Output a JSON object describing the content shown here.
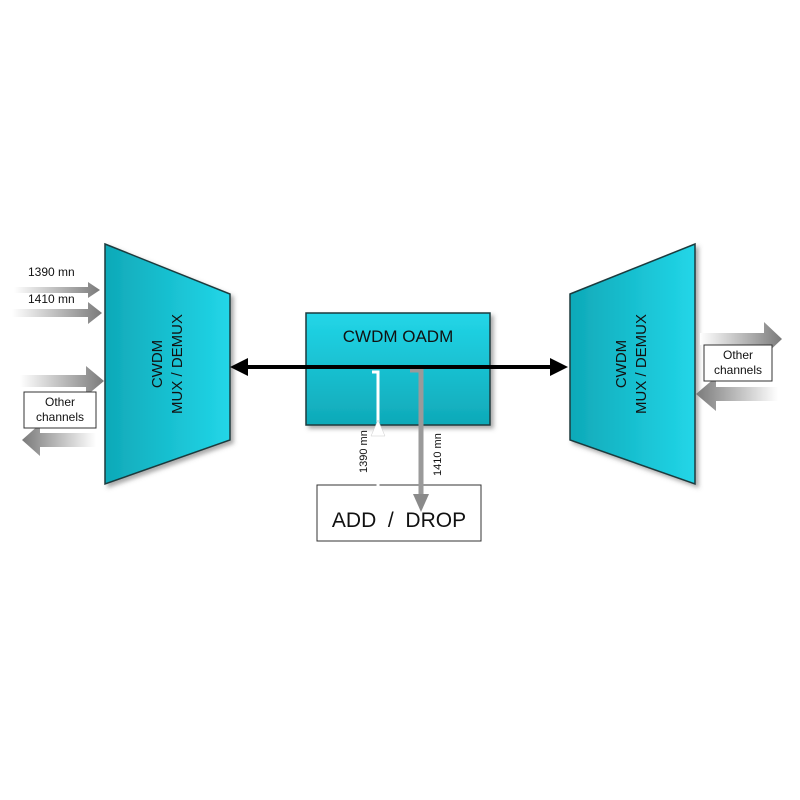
{
  "colors": {
    "block_fill_light": "#22d6e8",
    "block_fill_dark": "#0fa9b8",
    "block_stroke": "#1a3a3e",
    "bus_arrow": "#000000",
    "gray_arrow_light": "#e8e8e8",
    "gray_arrow_dark": "#808080"
  },
  "left_mux": {
    "line1": "CWDM",
    "line2": "MUX / DEMUX"
  },
  "right_mux": {
    "line1": "CWDM",
    "line2": "MUX / DEMUX"
  },
  "oadm": {
    "title": "CWDM OADM"
  },
  "add_drop": {
    "label": "ADD  /  DROP"
  },
  "left_inputs": {
    "ch1": "1390 mn",
    "ch2": "1410 mn"
  },
  "left_other": {
    "line1": "Other",
    "line2": "channels"
  },
  "right_other": {
    "line1": "Other",
    "line2": "channels"
  },
  "add_drop_labels": {
    "add": "1390 mn",
    "drop": "1410 mn"
  }
}
